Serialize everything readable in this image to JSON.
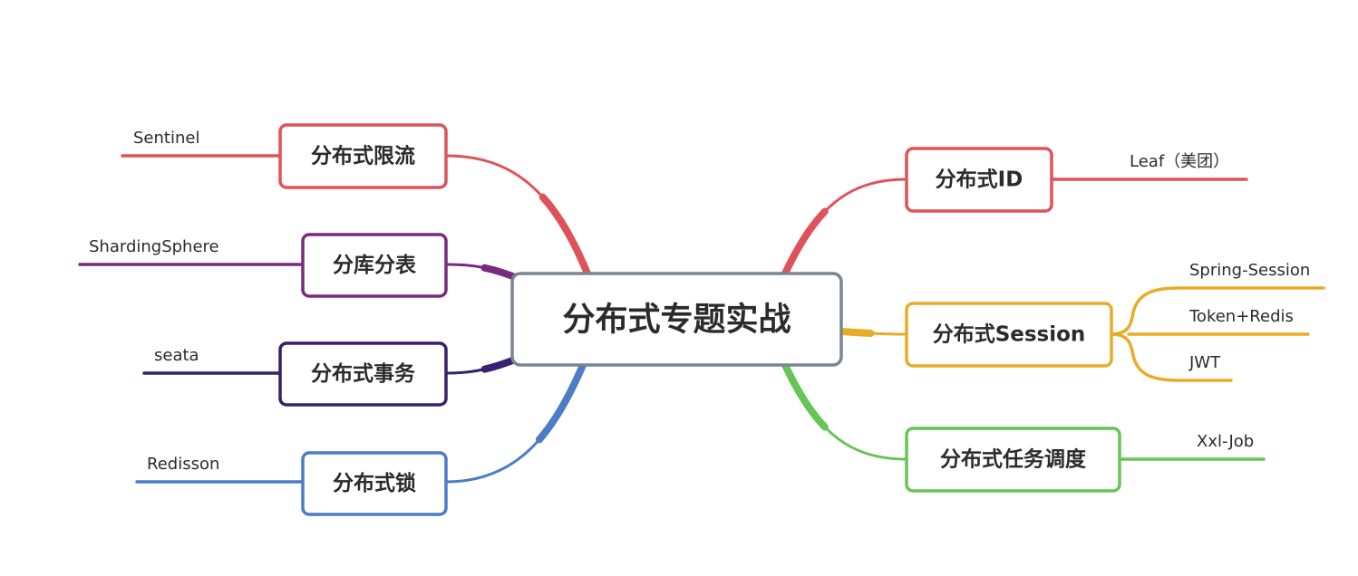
{
  "center": {
    "label": "分布式专题实战",
    "border_color": "#7a8594"
  },
  "branches": [
    {
      "id": "ratelimit",
      "label": "分布式限流",
      "color": "#e0525a",
      "leaves": [
        "Sentinel"
      ]
    },
    {
      "id": "sharding",
      "label": "分库分表",
      "color": "#7a2a7e",
      "leaves": [
        "ShardingSphere"
      ]
    },
    {
      "id": "transaction",
      "label": "分布式事务",
      "color": "#37206f",
      "leaves": [
        "seata"
      ]
    },
    {
      "id": "lock",
      "label": "分布式锁",
      "color": "#4d7cc7",
      "leaves": [
        "Redisson"
      ]
    },
    {
      "id": "id",
      "label": "分布式ID",
      "color": "#e0525a",
      "leaves": [
        "Leaf（美团）"
      ]
    },
    {
      "id": "session",
      "label": "分布式Session",
      "color": "#e8ac26",
      "leaves": [
        "Spring-Session",
        "Token+Redis",
        "JWT"
      ]
    },
    {
      "id": "scheduling",
      "label": "分布式任务调度",
      "color": "#67c456",
      "leaves": [
        "Xxl-Job"
      ]
    }
  ]
}
